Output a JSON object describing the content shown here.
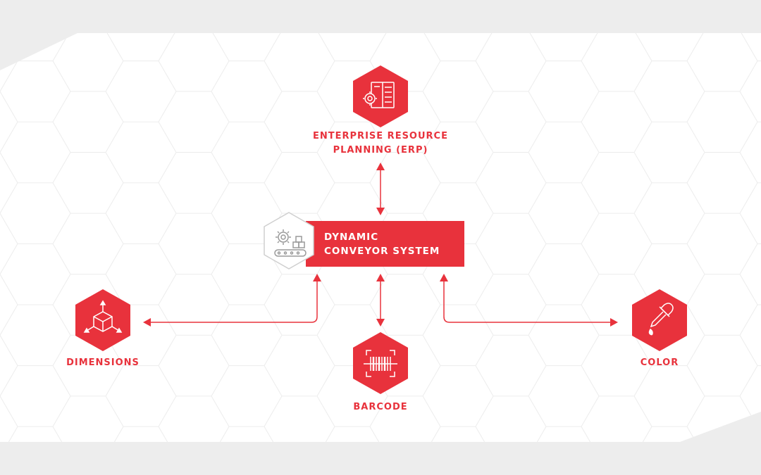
{
  "colors": {
    "accent": "#e8323c",
    "background": "#ededed",
    "panel": "#ffffff",
    "hex_outline": "#d6d6d6"
  },
  "center": {
    "line1": "DYNAMIC",
    "line2": "CONVEYOR SYSTEM",
    "icon": "conveyor-gears-icon"
  },
  "nodes": {
    "erp": {
      "line1": "ENTERPRISE RESOURCE",
      "line2": "PLANNING (ERP)",
      "icon": "erp-dashboard-gear-icon"
    },
    "dimensions": {
      "label": "DIMENSIONS",
      "icon": "cube-dimensions-icon"
    },
    "barcode": {
      "label": "BARCODE",
      "icon": "barcode-scan-icon"
    },
    "color": {
      "label": "COLOR",
      "icon": "pipette-dropper-icon"
    }
  }
}
